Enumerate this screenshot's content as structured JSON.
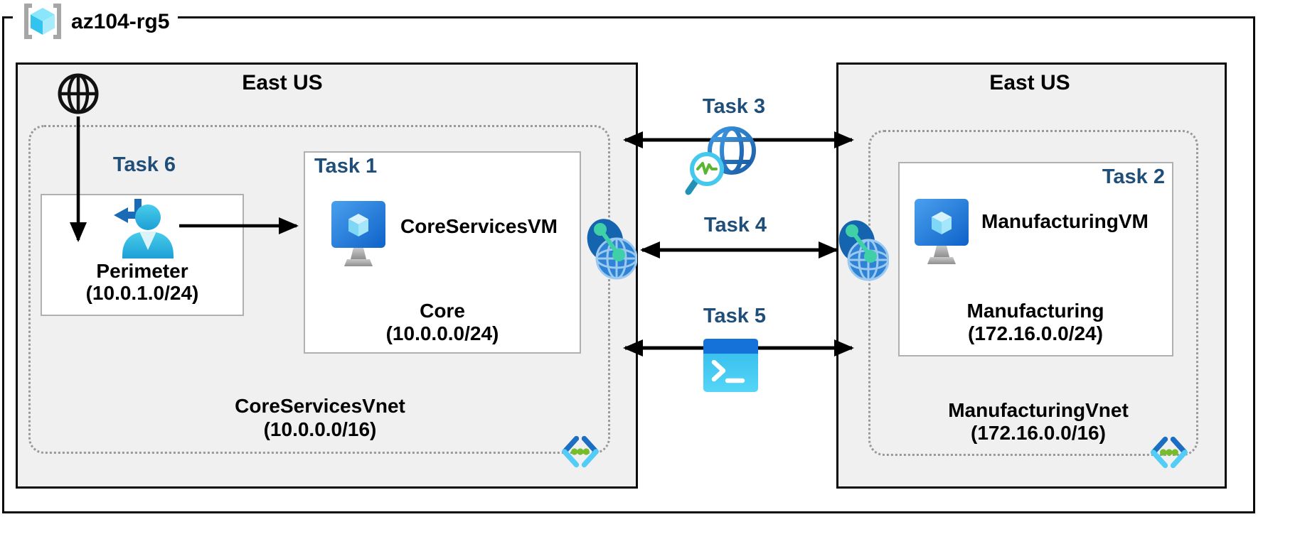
{
  "title": {
    "resource_group": "az104-rg5"
  },
  "left_region": {
    "name": "East US",
    "vnet": {
      "name": "CoreServicesVnet",
      "cidr": "(10.0.0.0/16)"
    },
    "subnets": {
      "perimeter": {
        "task": "Task 6",
        "name": "Perimeter",
        "cidr": "(10.0.1.0/24)"
      },
      "core": {
        "task": "Task 1",
        "vm_name": "CoreServicesVM",
        "name": "Core",
        "cidr": "(10.0.0.0/24)"
      }
    }
  },
  "right_region": {
    "name": "East US",
    "vnet": {
      "name": "ManufacturingVnet",
      "cidr": "(172.16.0.0/16)"
    },
    "subnets": {
      "manufacturing": {
        "task": "Task 2",
        "vm_name": "ManufacturingVM",
        "name": "Manufacturing",
        "cidr": "(172.16.0.0/24)"
      }
    }
  },
  "middle": {
    "task3": "Task 3",
    "task4": "Task 4",
    "task5": "Task 5"
  },
  "icons": {
    "resource_group": "resource-group-icon",
    "internet": "internet-globe-icon",
    "user_connect": "user-connect-icon",
    "virtual_machine": "virtual-machine-icon",
    "vnet_peering": "vnet-peering-icon",
    "network_watcher": "network-watcher-icon",
    "powershell": "powershell-terminal-icon",
    "virtual_network": "virtual-network-icon"
  },
  "colors": {
    "task_label": "#1F4E79",
    "region_fill": "#F0F0F0",
    "border_black": "#0A0A0A",
    "subnet_border": "#B0B0B0",
    "vnet_dash": "#999999",
    "azure_blue": "#1B6AB5",
    "person_cyan": "#2FB9E2",
    "peering_teal": "#3FD0A8",
    "vnet_dot_green": "#76BC2D",
    "terminal_titlebar": "#1472D8",
    "terminal_body": "#3FC6EF"
  }
}
